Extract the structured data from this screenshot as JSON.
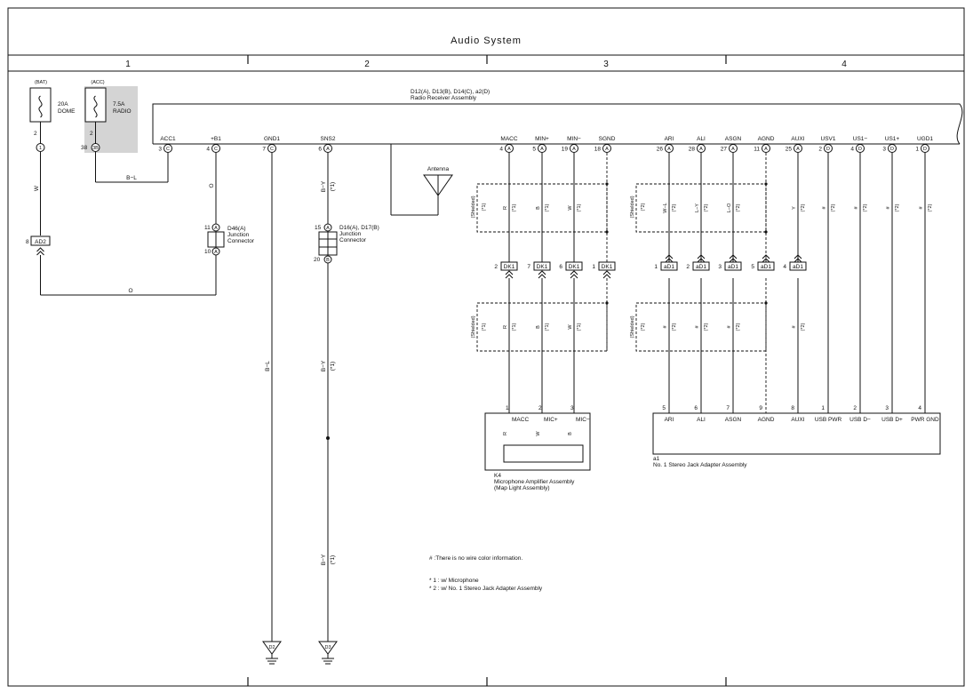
{
  "title": "Audio System",
  "zones": [
    "1",
    "2",
    "3",
    "4"
  ],
  "fuses": {
    "bat": {
      "label": "(BAT)",
      "name": "20A DOME",
      "name1": "20A",
      "name2": "DOME",
      "pin": "2",
      "term": "1"
    },
    "acc": {
      "label": "(ACC)",
      "name": "7.5A RADIO",
      "name1": "7.5A",
      "name2": "RADIO",
      "pin": "2",
      "term": "38",
      "term2": "3B"
    }
  },
  "radio": {
    "ref": "D12(A), D13(B), D14(C), a2(D)",
    "name": "Radio Receiver Assembly",
    "pins": [
      {
        "name": "ACC1",
        "num": "3",
        "conn": "C"
      },
      {
        "name": "+B1",
        "num": "4",
        "conn": "C"
      },
      {
        "name": "GND1",
        "num": "7",
        "conn": "C"
      },
      {
        "name": "SNS2",
        "num": "6",
        "conn": "A"
      },
      {
        "name": "MACC",
        "num": "4",
        "conn": "A"
      },
      {
        "name": "MIN+",
        "num": "5",
        "conn": "A"
      },
      {
        "name": "MIN−",
        "num": "19",
        "conn": "A"
      },
      {
        "name": "SGND",
        "num": "18",
        "conn": "A"
      },
      {
        "name": "ARI",
        "num": "26",
        "conn": "A"
      },
      {
        "name": "ALI",
        "num": "28",
        "conn": "A"
      },
      {
        "name": "ASGN",
        "num": "27",
        "conn": "A"
      },
      {
        "name": "AGND",
        "num": "11",
        "conn": "A"
      },
      {
        "name": "AUXI",
        "num": "25",
        "conn": "A"
      },
      {
        "name": "USV1",
        "num": "2",
        "conn": "D"
      },
      {
        "name": "US1−",
        "num": "4",
        "conn": "D"
      },
      {
        "name": "US1+",
        "num": "3",
        "conn": "D"
      },
      {
        "name": "UGD1",
        "num": "1",
        "conn": "D"
      }
    ]
  },
  "wires": {
    "bl": "B−L",
    "w": "W",
    "o": "O",
    "by": "B−Y",
    "r": "R",
    "b": "B",
    "wl": "W−L",
    "ly": "L−Y",
    "lo": "L−O",
    "y": "Y",
    "hash": "#",
    "n1": "(*1)",
    "n2": "(*2)",
    "shielded": "(Shielded)"
  },
  "connectors": {
    "ad2": {
      "code": "AD2",
      "pin": "8"
    },
    "d46": {
      "ref": "D46(A)",
      "l2": "Junction",
      "l3": "Connector",
      "p1": "11",
      "p2": "10",
      "c": "A"
    },
    "d16": {
      "ref": "D16(A), D17(B)",
      "l2": "Junction",
      "l3": "Connector",
      "p1": "15",
      "c1": "A",
      "p2": "20",
      "c2": "B"
    },
    "dk1": {
      "code": "DK1",
      "pins": [
        "2",
        "7",
        "6",
        "1"
      ]
    },
    "ad1": {
      "code": "aD1",
      "pins": [
        "1",
        "2",
        "3",
        "5",
        "4"
      ]
    }
  },
  "antenna": "Antenna",
  "mic": {
    "ref": "K4",
    "name": "Microphone Amplifier Assembly",
    "sub": "(Map Light Assembly)",
    "pins": [
      {
        "num": "1",
        "name": "MACC"
      },
      {
        "num": "2",
        "name": "MIC+"
      },
      {
        "num": "3",
        "name": "MIC−"
      }
    ]
  },
  "jack": {
    "ref": "a1",
    "name": "No. 1 Stereo Jack Adapter Assembly",
    "pins": [
      {
        "num": "5",
        "name": "ARI"
      },
      {
        "num": "6",
        "name": "ALI"
      },
      {
        "num": "7",
        "name": "ASGN"
      },
      {
        "num": "9",
        "name": "AGND"
      },
      {
        "num": "8",
        "name": "AUXI"
      },
      {
        "num": "1",
        "name": "USB PWR"
      },
      {
        "num": "2",
        "name": "USB D−"
      },
      {
        "num": "3",
        "name": "USB D+"
      },
      {
        "num": "4",
        "name": "PWR GND"
      }
    ]
  },
  "grounds": [
    "D2",
    "D3"
  ],
  "notes": {
    "hash": "# :There is no wire color information.",
    "n1": "* 1 : w/ Microphone",
    "n2": "* 2 : w/ No. 1 Stereo Jack Adapter Assembly"
  }
}
